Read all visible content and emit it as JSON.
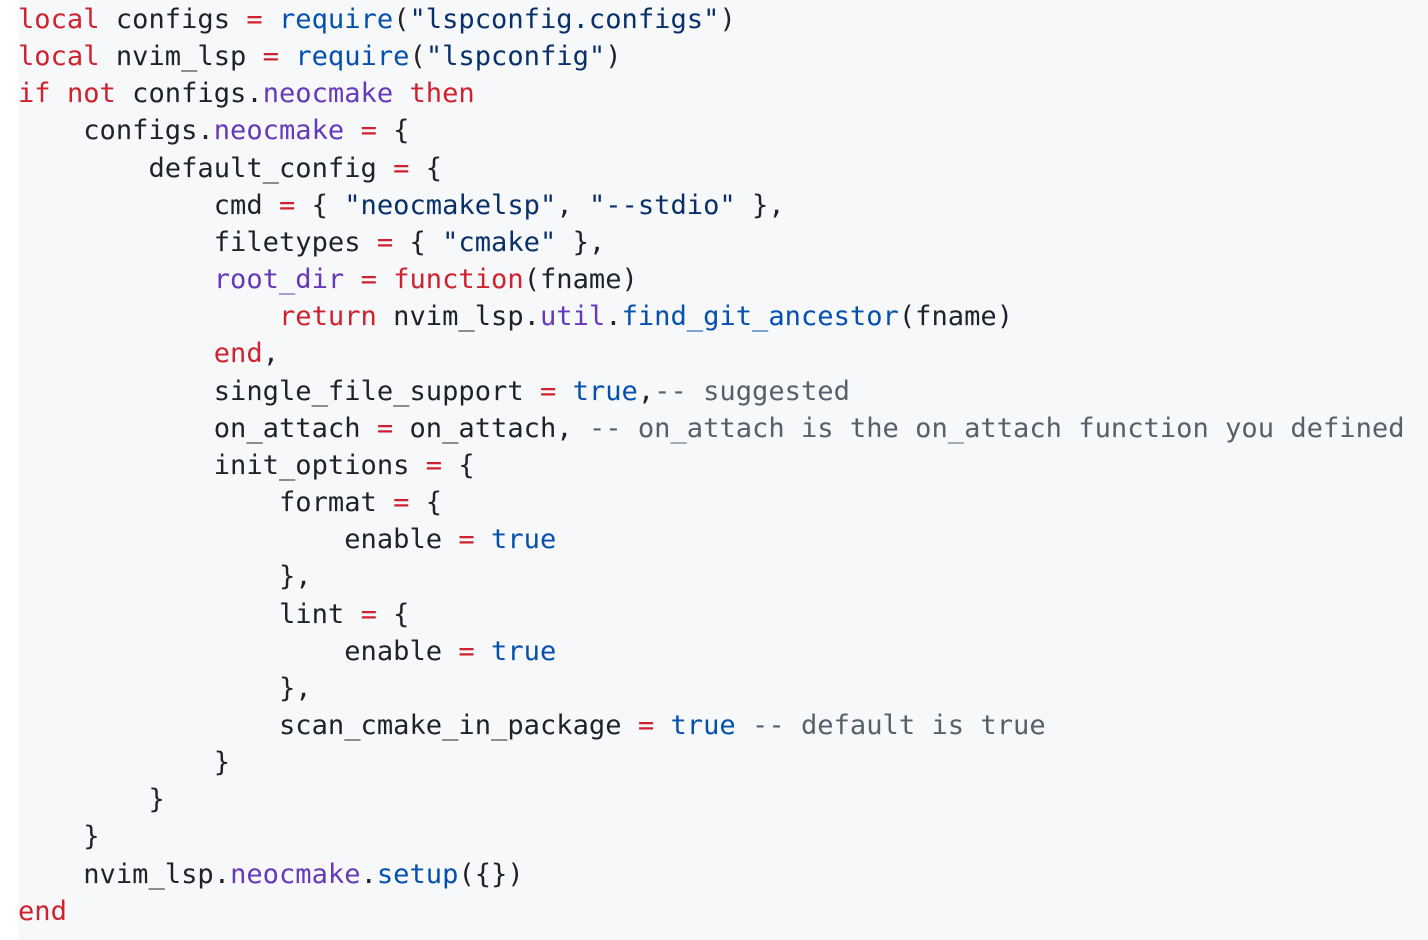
{
  "language": "lua",
  "colors": {
    "keyword": "#cf222e",
    "function": "#0550ae",
    "string": "#0a3069",
    "property": "#6639ba",
    "comment": "#57606a",
    "text": "#1f2328",
    "background": "#f6f8fa"
  },
  "lines": [
    [
      [
        "k",
        "local"
      ],
      [
        "t",
        " configs "
      ],
      [
        "o",
        "="
      ],
      [
        "t",
        " "
      ],
      [
        "f",
        "require"
      ],
      [
        "t",
        "("
      ],
      [
        "s",
        "\"lspconfig.configs\""
      ],
      [
        "t",
        ")"
      ]
    ],
    [
      [
        "k",
        "local"
      ],
      [
        "t",
        " nvim_lsp "
      ],
      [
        "o",
        "="
      ],
      [
        "t",
        " "
      ],
      [
        "f",
        "require"
      ],
      [
        "t",
        "("
      ],
      [
        "s",
        "\"lspconfig\""
      ],
      [
        "t",
        ")"
      ]
    ],
    [
      [
        "k",
        "if"
      ],
      [
        "t",
        " "
      ],
      [
        "k",
        "not"
      ],
      [
        "t",
        " configs."
      ],
      [
        "p",
        "neocmake"
      ],
      [
        "t",
        " "
      ],
      [
        "k",
        "then"
      ]
    ],
    [
      [
        "t",
        "    configs."
      ],
      [
        "p",
        "neocmake"
      ],
      [
        "t",
        " "
      ],
      [
        "o",
        "="
      ],
      [
        "t",
        " {"
      ]
    ],
    [
      [
        "t",
        "        default_config "
      ],
      [
        "o",
        "="
      ],
      [
        "t",
        " {"
      ]
    ],
    [
      [
        "t",
        "            cmd "
      ],
      [
        "o",
        "="
      ],
      [
        "t",
        " { "
      ],
      [
        "s",
        "\"neocmakelsp\""
      ],
      [
        "t",
        ", "
      ],
      [
        "s",
        "\"--stdio\""
      ],
      [
        "t",
        " },"
      ]
    ],
    [
      [
        "t",
        "            filetypes "
      ],
      [
        "o",
        "="
      ],
      [
        "t",
        " { "
      ],
      [
        "s",
        "\"cmake\""
      ],
      [
        "t",
        " },"
      ]
    ],
    [
      [
        "t",
        "            "
      ],
      [
        "p",
        "root_dir"
      ],
      [
        "t",
        " "
      ],
      [
        "o",
        "="
      ],
      [
        "t",
        " "
      ],
      [
        "k",
        "function"
      ],
      [
        "t",
        "(fname)"
      ]
    ],
    [
      [
        "t",
        "                "
      ],
      [
        "k",
        "return"
      ],
      [
        "t",
        " nvim_lsp."
      ],
      [
        "p",
        "util"
      ],
      [
        "t",
        "."
      ],
      [
        "f",
        "find_git_ancestor"
      ],
      [
        "t",
        "(fname)"
      ]
    ],
    [
      [
        "t",
        "            "
      ],
      [
        "k",
        "end"
      ],
      [
        "t",
        ","
      ]
    ],
    [
      [
        "t",
        "            single_file_support "
      ],
      [
        "o",
        "="
      ],
      [
        "t",
        " "
      ],
      [
        "b",
        "true"
      ],
      [
        "t",
        ","
      ],
      [
        "c",
        "-- suggested"
      ]
    ],
    [
      [
        "t",
        "            on_attach "
      ],
      [
        "o",
        "="
      ],
      [
        "t",
        " on_attach, "
      ],
      [
        "c",
        "-- on_attach is the on_attach function you defined"
      ]
    ],
    [
      [
        "t",
        "            init_options "
      ],
      [
        "o",
        "="
      ],
      [
        "t",
        " {"
      ]
    ],
    [
      [
        "t",
        "                format "
      ],
      [
        "o",
        "="
      ],
      [
        "t",
        " {"
      ]
    ],
    [
      [
        "t",
        "                    enable "
      ],
      [
        "o",
        "="
      ],
      [
        "t",
        " "
      ],
      [
        "b",
        "true"
      ]
    ],
    [
      [
        "t",
        "                },"
      ]
    ],
    [
      [
        "t",
        "                lint "
      ],
      [
        "o",
        "="
      ],
      [
        "t",
        " {"
      ]
    ],
    [
      [
        "t",
        "                    enable "
      ],
      [
        "o",
        "="
      ],
      [
        "t",
        " "
      ],
      [
        "b",
        "true"
      ]
    ],
    [
      [
        "t",
        "                },"
      ]
    ],
    [
      [
        "t",
        "                scan_cmake_in_package "
      ],
      [
        "o",
        "="
      ],
      [
        "t",
        " "
      ],
      [
        "b",
        "true"
      ],
      [
        "t",
        " "
      ],
      [
        "c",
        "-- default is true"
      ]
    ],
    [
      [
        "t",
        "            }"
      ]
    ],
    [
      [
        "t",
        "        }"
      ]
    ],
    [
      [
        "t",
        "    }"
      ]
    ],
    [
      [
        "t",
        "    nvim_lsp."
      ],
      [
        "p",
        "neocmake"
      ],
      [
        "t",
        "."
      ],
      [
        "f",
        "setup"
      ],
      [
        "t",
        "({})"
      ]
    ],
    [
      [
        "k",
        "end"
      ]
    ]
  ]
}
